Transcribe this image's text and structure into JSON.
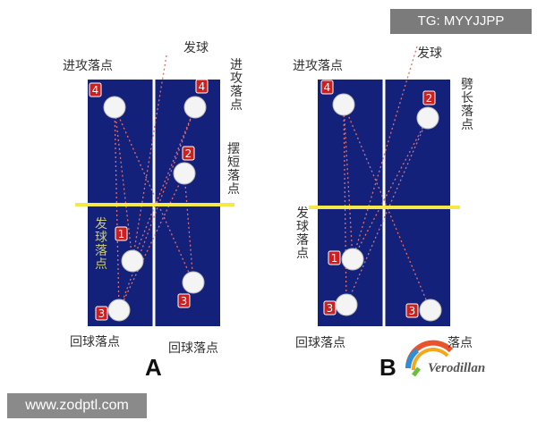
{
  "watermark_top": "TG: MYYJJPP",
  "watermark_bottom": "www.zodptl.com",
  "diagram_a": {
    "letter": "A",
    "labels": {
      "attack_left": "进攻落点",
      "serve": "发球",
      "attack_right": "进攻落点",
      "short": "摆短落点",
      "serve_landing": "发球落点",
      "return_left": "回球落点",
      "return_right": "回球落点"
    },
    "markers": [
      "4",
      "4",
      "2",
      "1",
      "3",
      "3"
    ]
  },
  "diagram_b": {
    "letter": "B",
    "labels": {
      "attack_left": "进攻落点",
      "serve": "发球",
      "long": "劈长落点",
      "serve_landing": "发球落点",
      "return_left": "回球落点",
      "return_right": "落点"
    },
    "markers": [
      "4",
      "2",
      "1",
      "3",
      "3"
    ]
  },
  "logo": {
    "text": "Verodillan"
  },
  "colors": {
    "table": "#13217a",
    "table_line": "#ffffff",
    "net": "#f5e94a",
    "marker_bg": "#cc1f1f",
    "trajectory": "#e07070"
  }
}
